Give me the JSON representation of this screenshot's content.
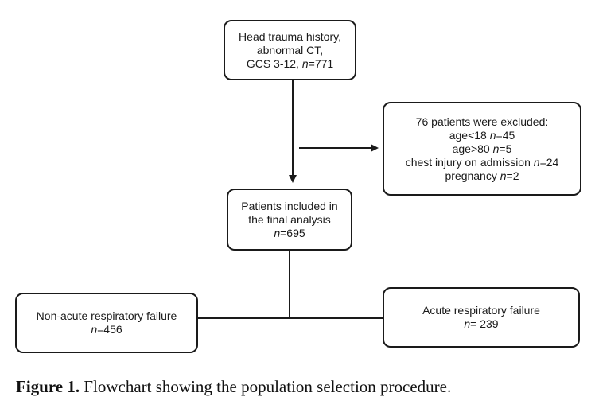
{
  "diagram": {
    "start_box": {
      "line1": "Head trauma history,",
      "line2": "abnormal CT,",
      "line3_prefix": "GCS 3-12, ",
      "line3_n": "n",
      "line3_value": "=771"
    },
    "excluded_box": {
      "title": "76 patients were excluded:",
      "items": [
        {
          "label": "age<18 ",
          "n": "n",
          "value": "=45"
        },
        {
          "label": "age>80 ",
          "n": "n",
          "value": "=5"
        },
        {
          "label": "chest injury on admission ",
          "n": "n",
          "value": "=24"
        },
        {
          "label": "pregnancy ",
          "n": "n",
          "value": "=2"
        }
      ]
    },
    "included_box": {
      "line1": "Patients included in",
      "line2": "the final analysis",
      "line3_n": "n",
      "line3_value": "=695"
    },
    "non_arf_box": {
      "line1": "Non-acute respiratory failure",
      "line2_n": "n",
      "line2_value": "=456"
    },
    "arf_box": {
      "line1": "Acute respiratory failure",
      "line2_n": "n",
      "line2_value": "= 239"
    }
  },
  "caption": {
    "label": "Figure 1.",
    "text": " Flowchart showing the population selection procedure."
  }
}
